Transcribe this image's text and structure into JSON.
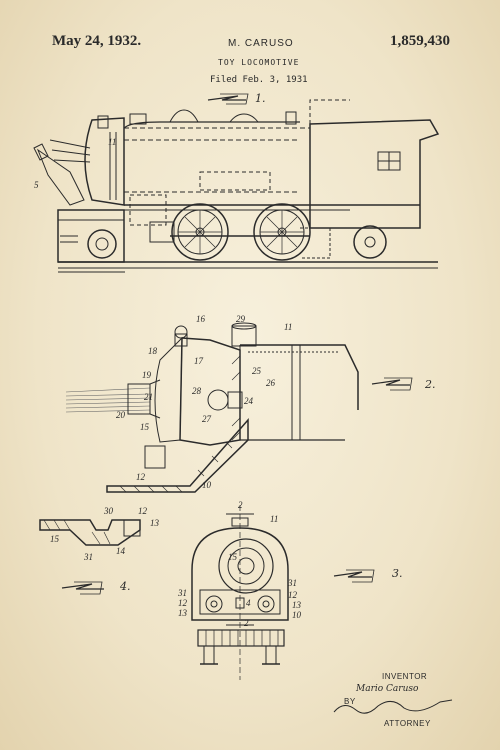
{
  "header": {
    "date": "May 24, 1932.",
    "inventor": "M. CARUSO",
    "patent_number": "1,859,430",
    "title": "TOY LOCOMOTIVE",
    "filed": "Filed Feb. 3, 1931"
  },
  "figures": {
    "fig1": "1.",
    "fig2": "2.",
    "fig3": "3.",
    "fig4": "4."
  },
  "labels": {
    "fig1": [
      "11",
      "5"
    ],
    "fig2": [
      "16",
      "29",
      "11",
      "18",
      "17",
      "19",
      "26",
      "25",
      "21",
      "28",
      "24",
      "20",
      "27",
      "15",
      "12",
      "10"
    ],
    "fig4": [
      "30",
      "12",
      "13",
      "15",
      "14",
      "31"
    ],
    "fig3": [
      "2",
      "11",
      "15",
      "31",
      "12",
      "13",
      "31",
      "12",
      "4",
      "13",
      "10",
      "2"
    ]
  },
  "signature": {
    "inventor_label": "INVENTOR",
    "inventor_name": "Mario Caruso",
    "by_label": "BY",
    "attorney_label": "ATTORNEY"
  }
}
